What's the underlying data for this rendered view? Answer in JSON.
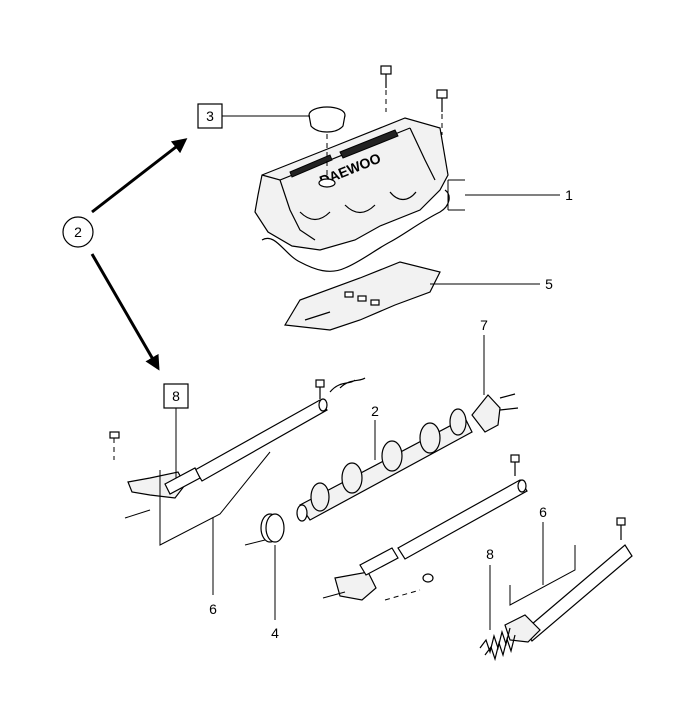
{
  "callouts": {
    "c1": "1",
    "c2_top": "2",
    "c2_circle": "2",
    "c3": "3",
    "c4": "4",
    "c5": "5",
    "c6_left": "6",
    "c6_right": "6",
    "c7": "7",
    "c8_box": "8",
    "c8_right": "8"
  },
  "cover_logo": "DAEWOO"
}
